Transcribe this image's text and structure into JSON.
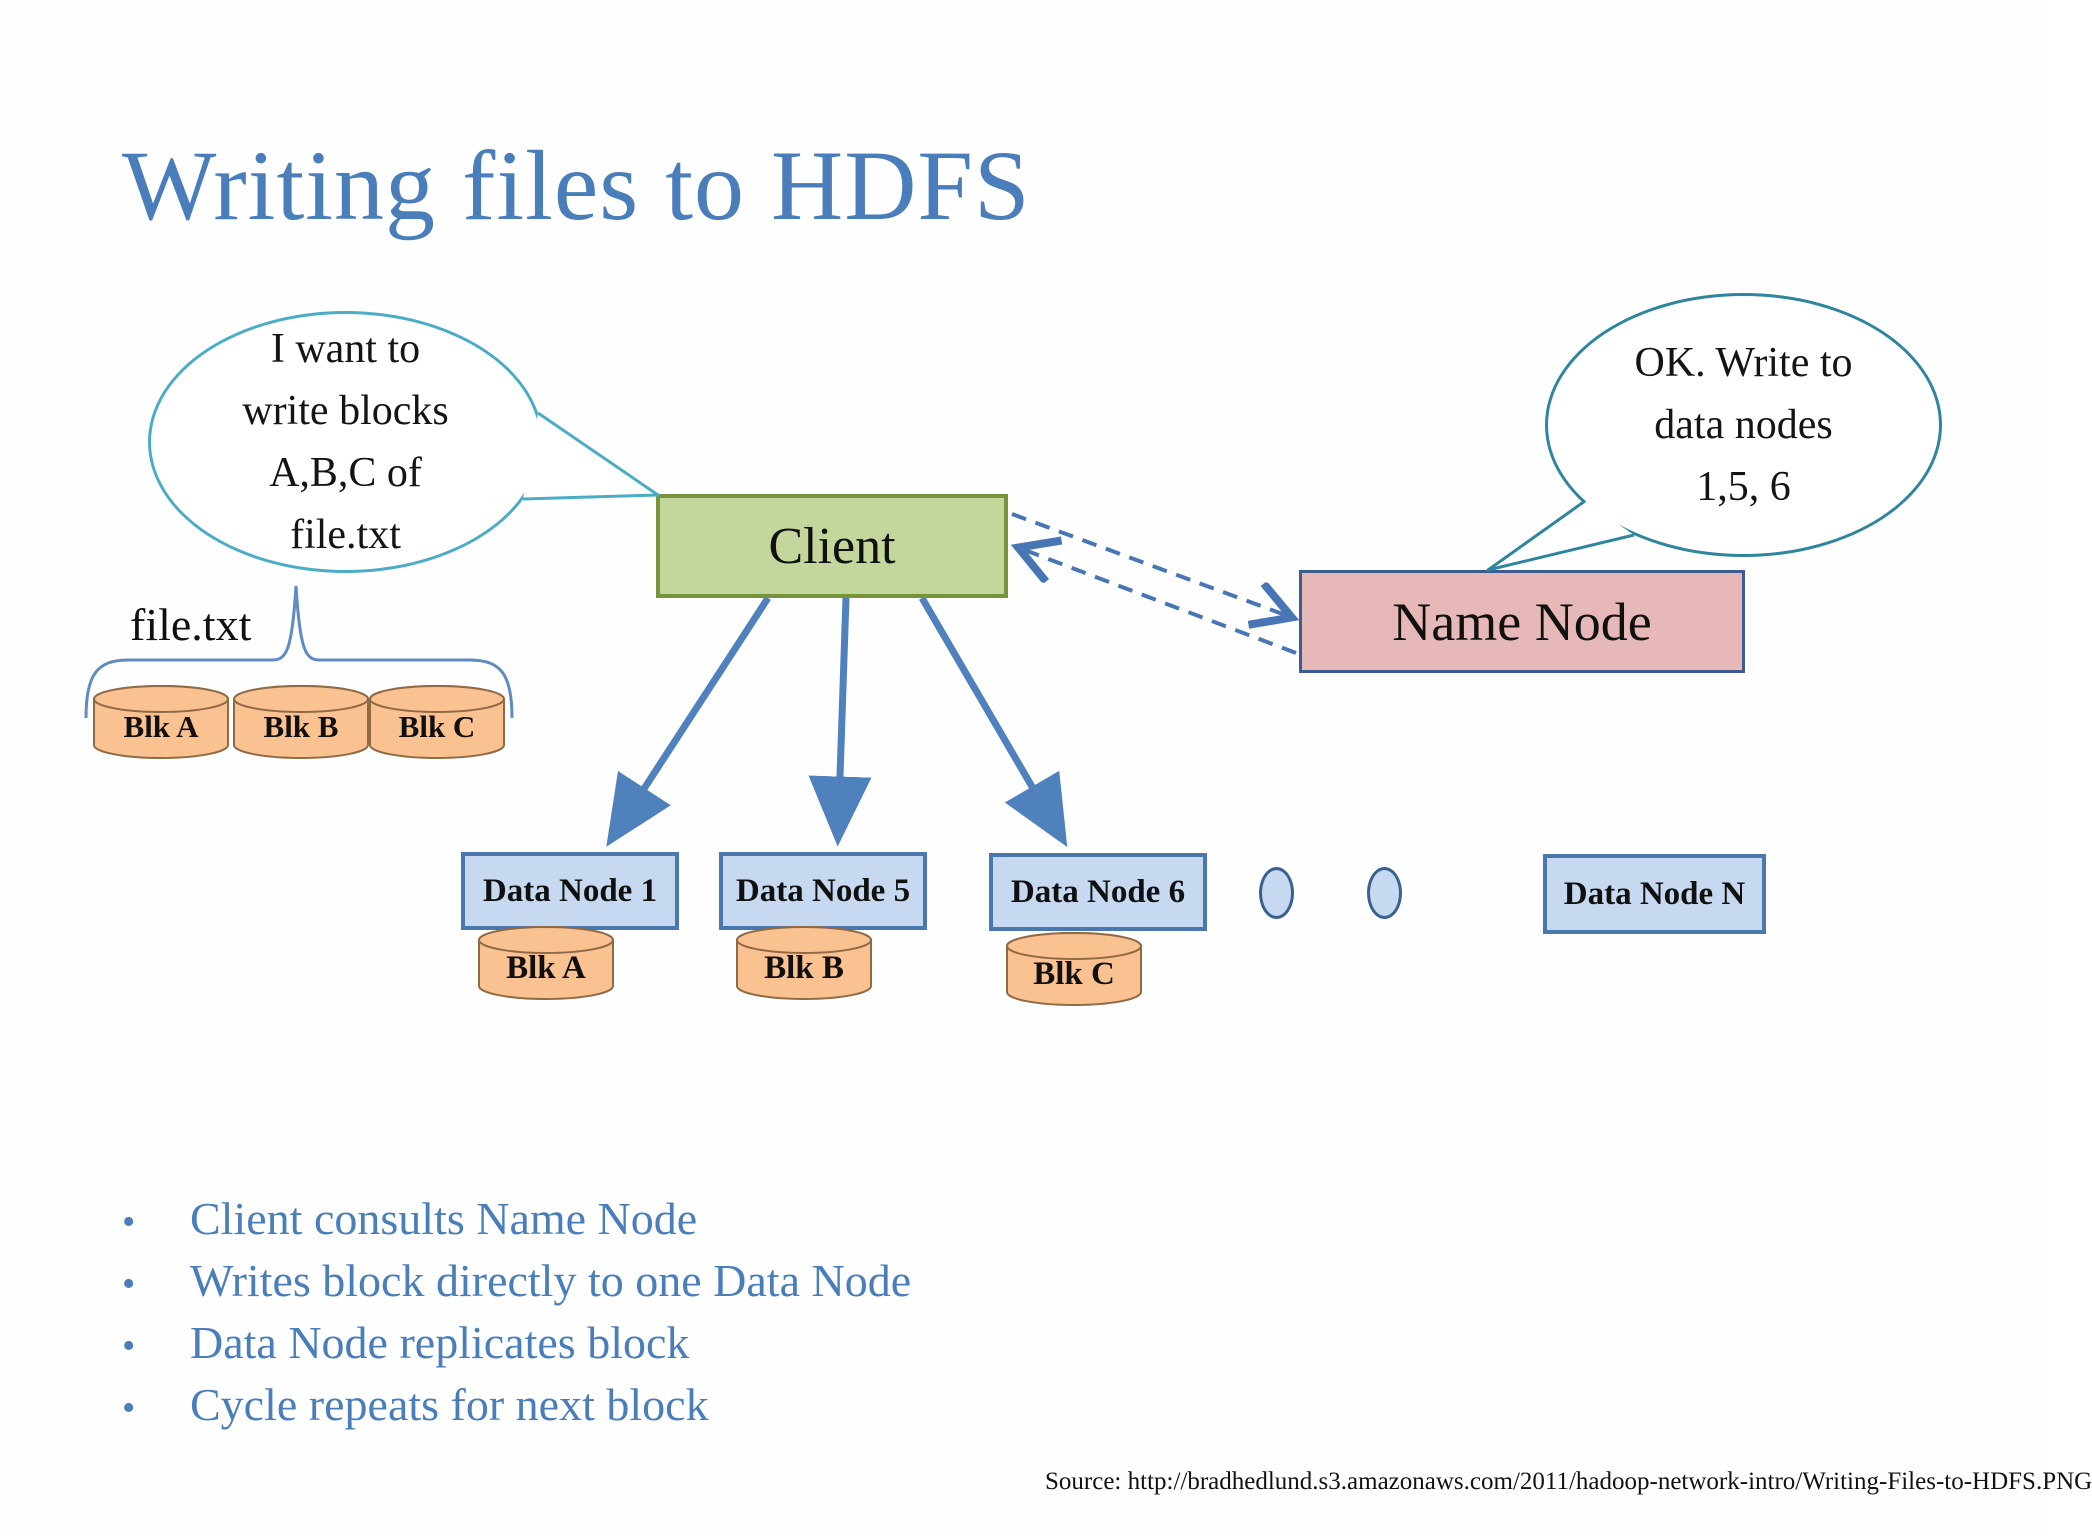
{
  "slide": {
    "title": "Writing files to HDFS",
    "source": "Source: http://bradhedlund.s3.amazonaws.com/2011/hadoop-network-intro/Writing-Files-to-HDFS.PNG"
  },
  "bubbles": {
    "client_request": {
      "lines": [
        "I want to",
        "write blocks",
        "A,B,C of",
        "file.txt"
      ]
    },
    "namenode_reply": {
      "lines": [
        "OK. Write to",
        "data nodes",
        "1,5, 6"
      ]
    }
  },
  "nodes": {
    "client": "Client",
    "name_node": "Name Node",
    "data_nodes": [
      "Data Node 1",
      "Data Node 5",
      "Data Node 6",
      "Data Node N"
    ]
  },
  "file": {
    "label": "file.txt",
    "blocks": [
      "Blk A",
      "Blk B",
      "Blk C"
    ]
  },
  "replica_blocks": [
    "Blk A",
    "Blk B",
    "Blk C"
  ],
  "bullets": [
    "Client consults Name Node",
    "Writes block directly to one Data Node",
    "Data Node replicates block",
    "Cycle repeats for next block"
  ],
  "colors": {
    "title_text": "#4a7ebb",
    "client_fill": "#c3d69b",
    "client_border": "#77933c",
    "namenode_fill": "#e6b9b8",
    "namenode_border": "#3e5c8f",
    "datanode_fill": "#c6d9f1",
    "datanode_border": "#4a77ad",
    "cylinder_fill": "#fbc291",
    "cylinder_border": "#8f6a45",
    "solid_arrow": "#4f81bd",
    "dashed_arrow": "#4876b4",
    "bubble_left_border": "#4bacc6",
    "bubble_right_border": "#2f859e",
    "brace": "#5f8ac2"
  }
}
